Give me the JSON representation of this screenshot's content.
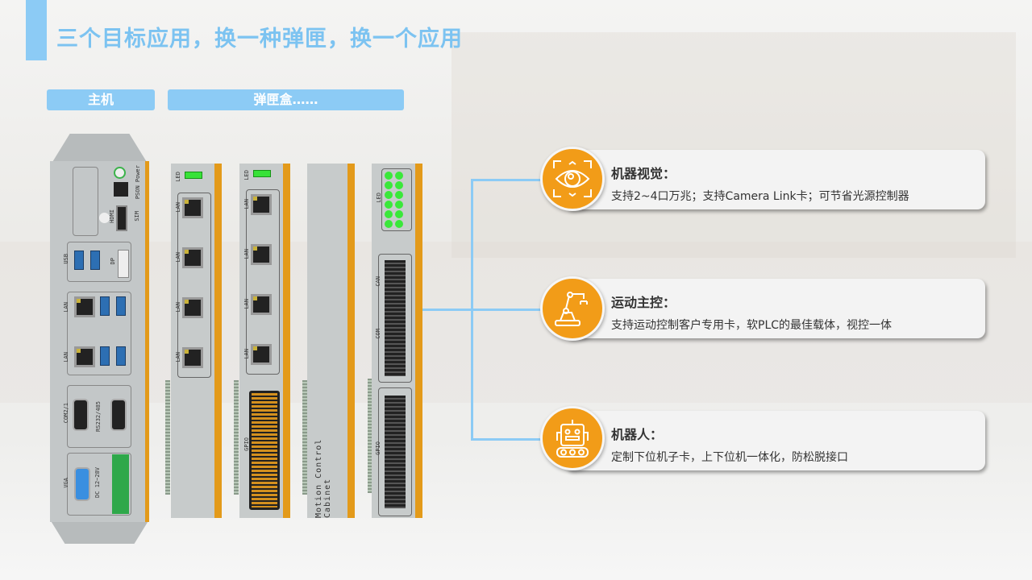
{
  "title": "三个目标应用，换一种弹匣，换一个应用",
  "tags": {
    "host": "主机",
    "cartridge": "弹匣盒……"
  },
  "host": {
    "power": "PSON Power",
    "hdmi": "HDMI",
    "sim": "SIM",
    "usb": "USB",
    "dp": "DP",
    "lan": "LAN",
    "com": "COM2/1",
    "rs": "RS232/485",
    "vga": "VGA",
    "dc": "DC 12~28V"
  },
  "modules": {
    "led": "LED",
    "lan": "LAN",
    "gpio": "GPIO",
    "can": "CAN",
    "com": "COM",
    "cabinet": "Motion Control Cabinet"
  },
  "applications": [
    {
      "icon": "eye-scan-icon",
      "title": "机器视觉：",
      "desc": "支持2~4口万兆；支持Camera Link卡；可节省光源控制器"
    },
    {
      "icon": "robot-arm-icon",
      "title": "运动主控：",
      "desc": "支持运动控制客户专用卡，软PLC的最佳载体，视控一体"
    },
    {
      "icon": "robot-icon",
      "title": "机器人：",
      "desc": "定制下位机子卡，上下位机一体化，防松脱接口"
    }
  ],
  "colors": {
    "accent": "#8ccbf5",
    "orange": "#f29c18"
  }
}
